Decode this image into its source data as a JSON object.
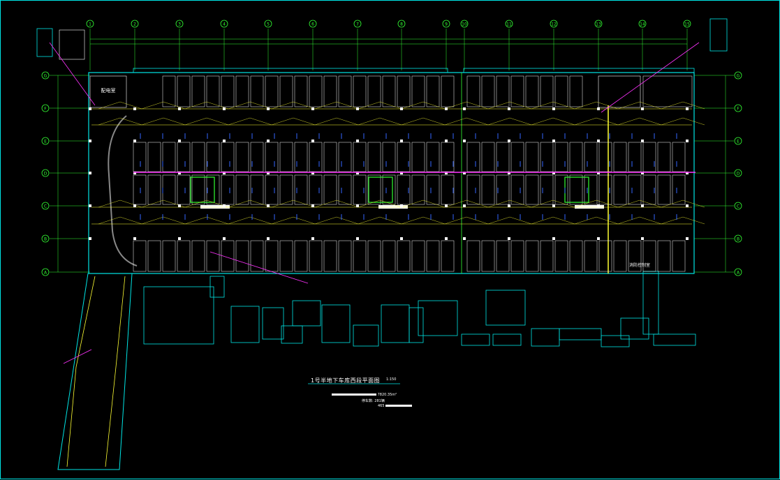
{
  "drawing": {
    "title": "1号半地下车库西段平面图",
    "scale": "1:150",
    "stats": [
      {
        "label": "",
        "value": "7820.35m²"
      },
      {
        "label": "停车数:",
        "value": "281辆"
      },
      {
        "label": "465",
        "value": ""
      }
    ]
  },
  "grid": {
    "columns": [
      "1",
      "2",
      "3",
      "4",
      "5",
      "6",
      "7",
      "8",
      "9",
      "10",
      "11",
      "12",
      "13",
      "14",
      "15"
    ],
    "rows": [
      "G",
      "F",
      "E",
      "D",
      "C",
      "B",
      "A"
    ]
  },
  "rooms": {
    "left_room": "配电室",
    "right_room": "消防控制室"
  },
  "colors": {
    "background": "#000000",
    "wall": "#00e5e5",
    "parking": "#ffffff",
    "light": "#ffff33",
    "cable": "#ff33ff",
    "axis": "#33ff33",
    "equipment": "#33ff33"
  }
}
